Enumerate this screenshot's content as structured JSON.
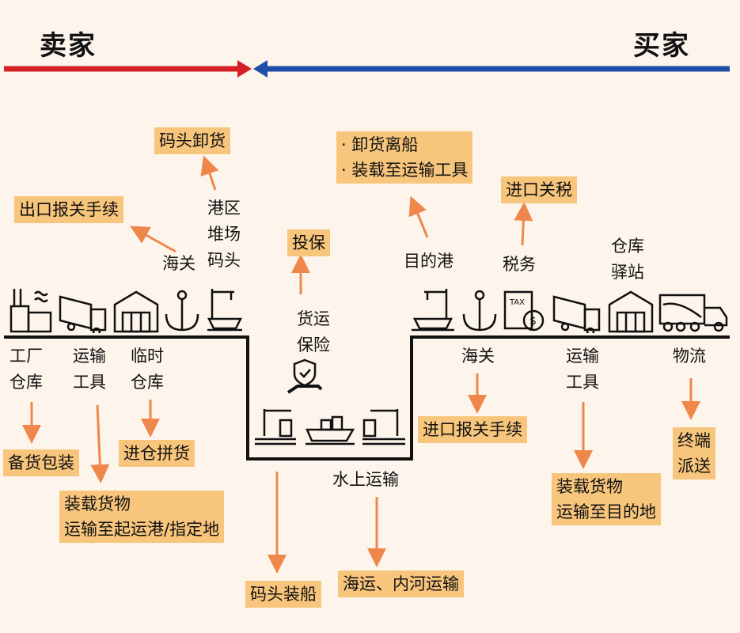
{
  "header": {
    "seller": "卖家",
    "buyer": "买家"
  },
  "colors": {
    "seller_arrow": "#d42027",
    "buyer_arrow": "#1f4fa8",
    "flow_arrow": "#f0874a",
    "label_box": "#f8c57c",
    "background": "#fdf5ec"
  },
  "seller_side": {
    "top_labels": {
      "dock_unloading": "码头卸货",
      "export_customs": "出口报关手续",
      "port_area": "港区\n堆场\n码头",
      "customs": "海关"
    },
    "bottom_labels": {
      "factory_warehouse": "工厂\n仓库",
      "transport": "运输\n工具",
      "temp_warehouse": "临时\n仓库"
    },
    "boxes": {
      "stock_packing": "备货包装",
      "consolidation": "进仓拼货",
      "loading": "装载货物\n运输至起运港/指定地"
    },
    "icons": [
      "factory-icon",
      "truck-icon",
      "warehouse-icon",
      "anchor-icon",
      "port-crane-ship-icon"
    ]
  },
  "middle": {
    "insure_box": "投保",
    "cargo_insurance": "货运\n保险",
    "water_transport": "水上运输",
    "dock_loading": "码头装船",
    "sea_river": "海运、内河运输",
    "icons": [
      "shield-hand-icon",
      "crane-ship-icon",
      "cargo-ship-icon",
      "crane-ship-icon"
    ]
  },
  "buyer_side": {
    "top_labels": {
      "unload_box": "· 卸货离船\n· 装载至运输工具",
      "import_tax": "进口关税",
      "destination_port": "目的港",
      "tax": "税务",
      "warehouse_station": "仓库\n驿站"
    },
    "bottom_labels": {
      "customs": "海关",
      "transport": "运输\n工具",
      "logistics": "物流"
    },
    "boxes": {
      "import_customs": "进口报关手续",
      "loading_dest": "装载货物\n运输至目的地",
      "final_delivery": "终端\n派送"
    },
    "icons": [
      "port-crane-ship-icon",
      "anchor-icon",
      "tax-document-icon",
      "truck-icon",
      "warehouse-icon",
      "dump-truck-icon"
    ]
  }
}
